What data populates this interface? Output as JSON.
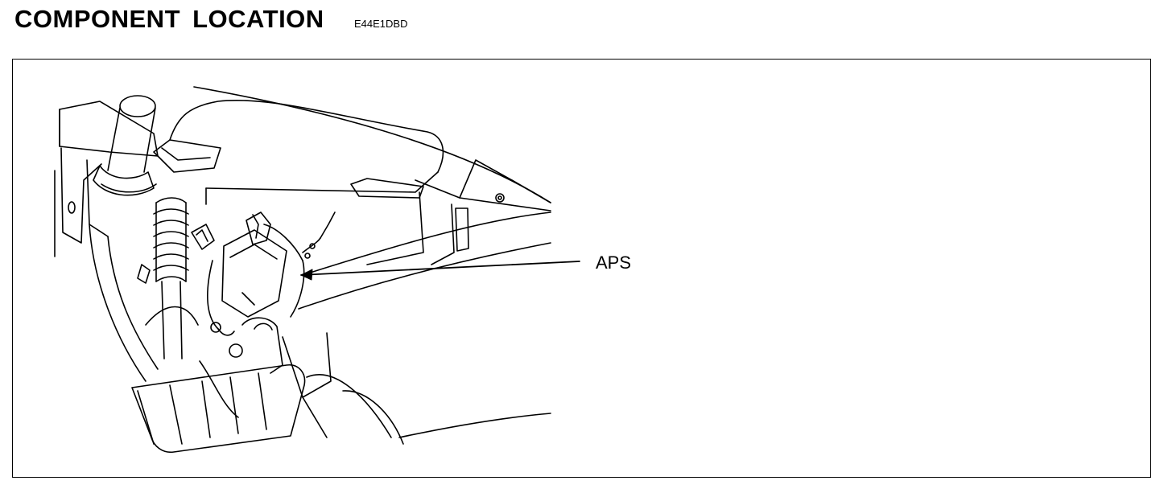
{
  "header": {
    "title": "COMPONENT LOCATION",
    "code": "E44E1DBD"
  },
  "figure": {
    "callouts": [
      {
        "label": "APS"
      }
    ]
  },
  "colors": {
    "ink": "#000000",
    "paper": "#ffffff"
  }
}
